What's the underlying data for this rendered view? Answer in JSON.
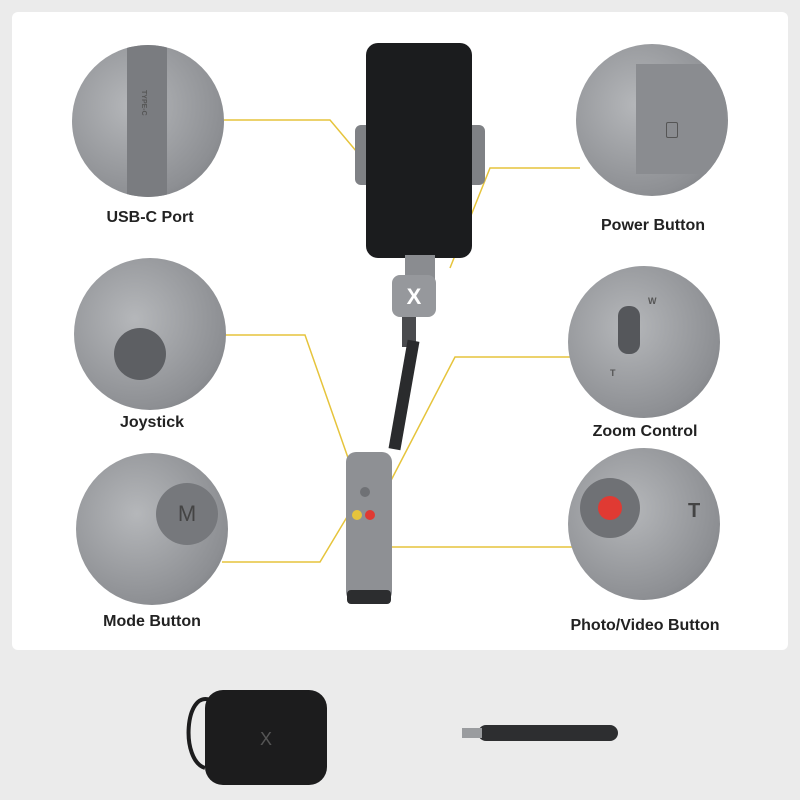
{
  "features": [
    {
      "label": "USB-C Port",
      "detail_text": "TYPE-C"
    },
    {
      "label": "Power Button"
    },
    {
      "label": "Joystick"
    },
    {
      "label": "Zoom Control",
      "detail_text_w": "W",
      "detail_text_t": "T"
    },
    {
      "label": "Mode Button",
      "detail_text": "M"
    },
    {
      "label": "Photo/Video Button",
      "detail_text": "T"
    }
  ],
  "colors": {
    "callout_line": "#e6c43c",
    "body": "#8e9094",
    "record": "#e03a33"
  }
}
